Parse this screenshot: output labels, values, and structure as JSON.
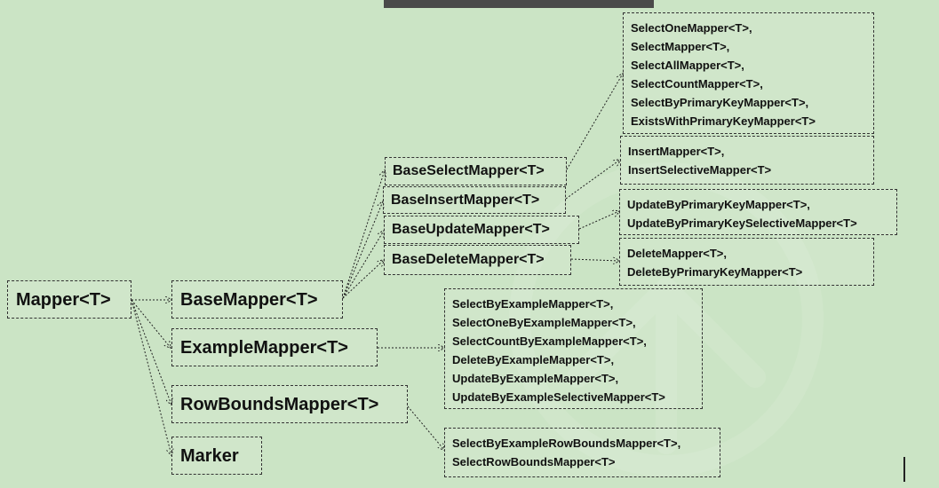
{
  "nodes": {
    "mapper": "Mapper<T>",
    "base_mapper": "BaseMapper<T>",
    "example_mapper": "ExampleMapper<T>",
    "row_bounds_mapper": "RowBoundsMapper<T>",
    "marker": "Marker",
    "base_select_mapper": "BaseSelectMapper<T>",
    "base_insert_mapper": "BaseInsertMapper<T>",
    "base_update_mapper": "BaseUpdateMapper<T>",
    "base_delete_mapper": "BaseDeleteMapper<T>"
  },
  "leaf_groups": {
    "select": [
      "SelectOneMapper<T>,",
      "SelectMapper<T>,",
      "SelectAllMapper<T>,",
      "SelectCountMapper<T>,",
      "SelectByPrimaryKeyMapper<T>,",
      "ExistsWithPrimaryKeyMapper<T>"
    ],
    "insert": [
      "InsertMapper<T>,",
      "InsertSelectiveMapper<T>"
    ],
    "update": [
      "UpdateByPrimaryKeyMapper<T>,",
      "UpdateByPrimaryKeySelectiveMapper<T>"
    ],
    "delete": [
      "DeleteMapper<T>,",
      "DeleteByPrimaryKeyMapper<T>"
    ],
    "example": [
      "SelectByExampleMapper<T>,",
      "SelectOneByExampleMapper<T>,",
      "SelectCountByExampleMapper<T>,",
      "DeleteByExampleMapper<T>,",
      "UpdateByExampleMapper<T>,",
      "UpdateByExampleSelectiveMapper<T>"
    ],
    "row_bounds": [
      "SelectByExampleRowBoundsMapper<T>,",
      "SelectRowBoundsMapper<T>"
    ]
  }
}
